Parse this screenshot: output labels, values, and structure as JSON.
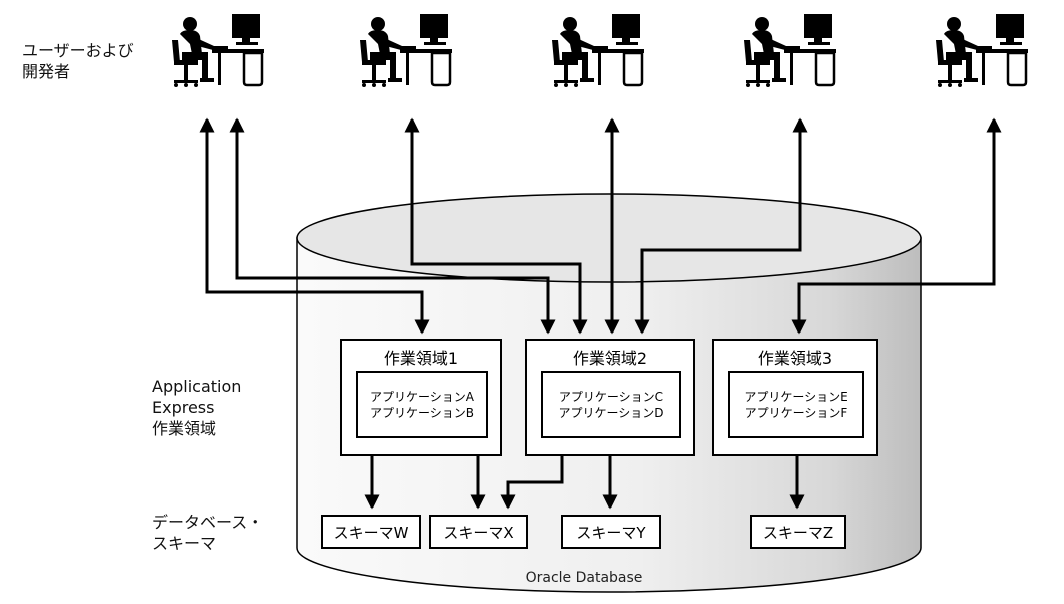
{
  "labels": {
    "users": [
      "ユーザーおよび",
      "開発者"
    ],
    "workspaces": [
      "Application",
      "Express",
      "作業領域"
    ],
    "schemas": [
      "データベース・",
      "スキーマ"
    ],
    "database": "Oracle Database"
  },
  "workspaces": [
    {
      "title": "作業領域1",
      "apps": [
        "アプリケーションA",
        "アプリケーションB"
      ]
    },
    {
      "title": "作業領域2",
      "apps": [
        "アプリケーションC",
        "アプリケーションD"
      ]
    },
    {
      "title": "作業領域3",
      "apps": [
        "アプリケーションE",
        "アプリケーションF"
      ]
    }
  ],
  "schemas": [
    "スキーマW",
    "スキーマX",
    "スキーマY",
    "スキーマZ"
  ],
  "user_count": 5,
  "colors": {
    "line": "#000000",
    "cylinder_top": "#e6e6e6",
    "cylinder_body": "#f2f2f2",
    "cylinder_shade": "#c8c8c8"
  },
  "icons": [
    "user-at-desk-icon"
  ]
}
